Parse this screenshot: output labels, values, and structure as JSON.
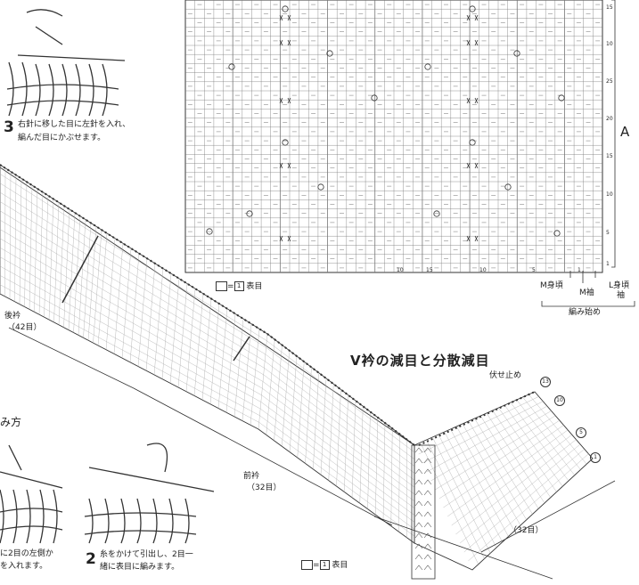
{
  "step3": {
    "num": "3",
    "line1": "右針に移した目に左針を入れ、",
    "line2": "編んだ目にかぶせます。"
  },
  "chart_a": {
    "label_a": "A",
    "row_numbers": [
      "15",
      "10",
      "25",
      "20",
      "15",
      "10",
      "5",
      "1"
    ],
    "col_numbers": [
      "10",
      "15",
      "10",
      "5",
      "1"
    ]
  },
  "legend_top": {
    "eq": "=",
    "num": "1",
    "text": "表目"
  },
  "start_labels": {
    "m_body": "M身頃",
    "m_sleeve": "M袖",
    "l_body": "L身頃",
    "sleeve": "袖",
    "start": "編み始め"
  },
  "v_title": "V衿の減目と分散減目",
  "bind_off": "伏せ止め",
  "circled": [
    "13",
    "10",
    "5",
    "1"
  ],
  "back_neck": {
    "label": "後衿",
    "count": "（42目）"
  },
  "front_neck": {
    "label": "前衿",
    "count": "（32目）"
  },
  "right_count": "（32目）",
  "method_title": "み方",
  "step_left": {
    "line1": "に2目の左側か",
    "line2": "を入れます。"
  },
  "step2": {
    "num": "2",
    "line1": "糸をかけて引出し、2目一",
    "line2": "緒に表目に編みます。"
  },
  "legend_bottom": {
    "eq": "=",
    "num": "1",
    "text": "表目"
  }
}
